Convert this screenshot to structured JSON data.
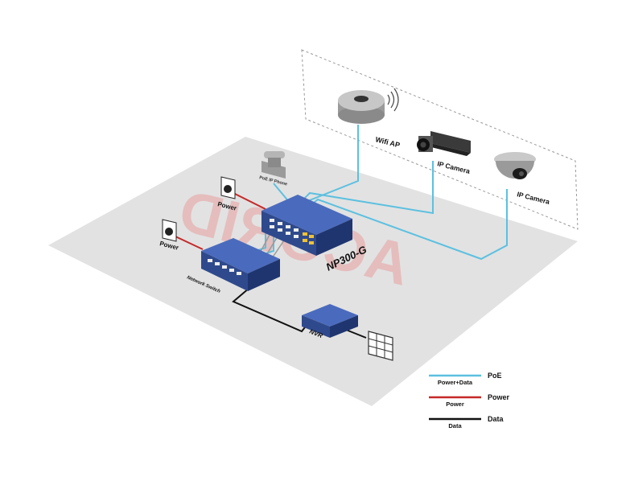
{
  "watermark": "ACORID",
  "devices": {
    "wifi_ap": "Wifi AP",
    "ip_camera_1": "IP Camera",
    "ip_camera_2": "IP Camera",
    "poe_ip_phone": "PoE IP Phone",
    "poe_switch": "NP300-G",
    "network_switch": "Network Switch",
    "nvr": "NVR",
    "power_1": "Power",
    "power_2": "Power"
  },
  "legend": [
    {
      "top": "PoE",
      "bottom": "Power+Data",
      "color": "#5cc0e0"
    },
    {
      "top": "Power",
      "bottom": "Power",
      "color": "#c62828"
    },
    {
      "top": "Data",
      "bottom": "Data",
      "color": "#111111"
    }
  ],
  "colors": {
    "poe": "#5cc0e0",
    "power": "#c62828",
    "data": "#111111",
    "switch_blue": "#3b5aa6",
    "floor": "#e3e3e3"
  }
}
